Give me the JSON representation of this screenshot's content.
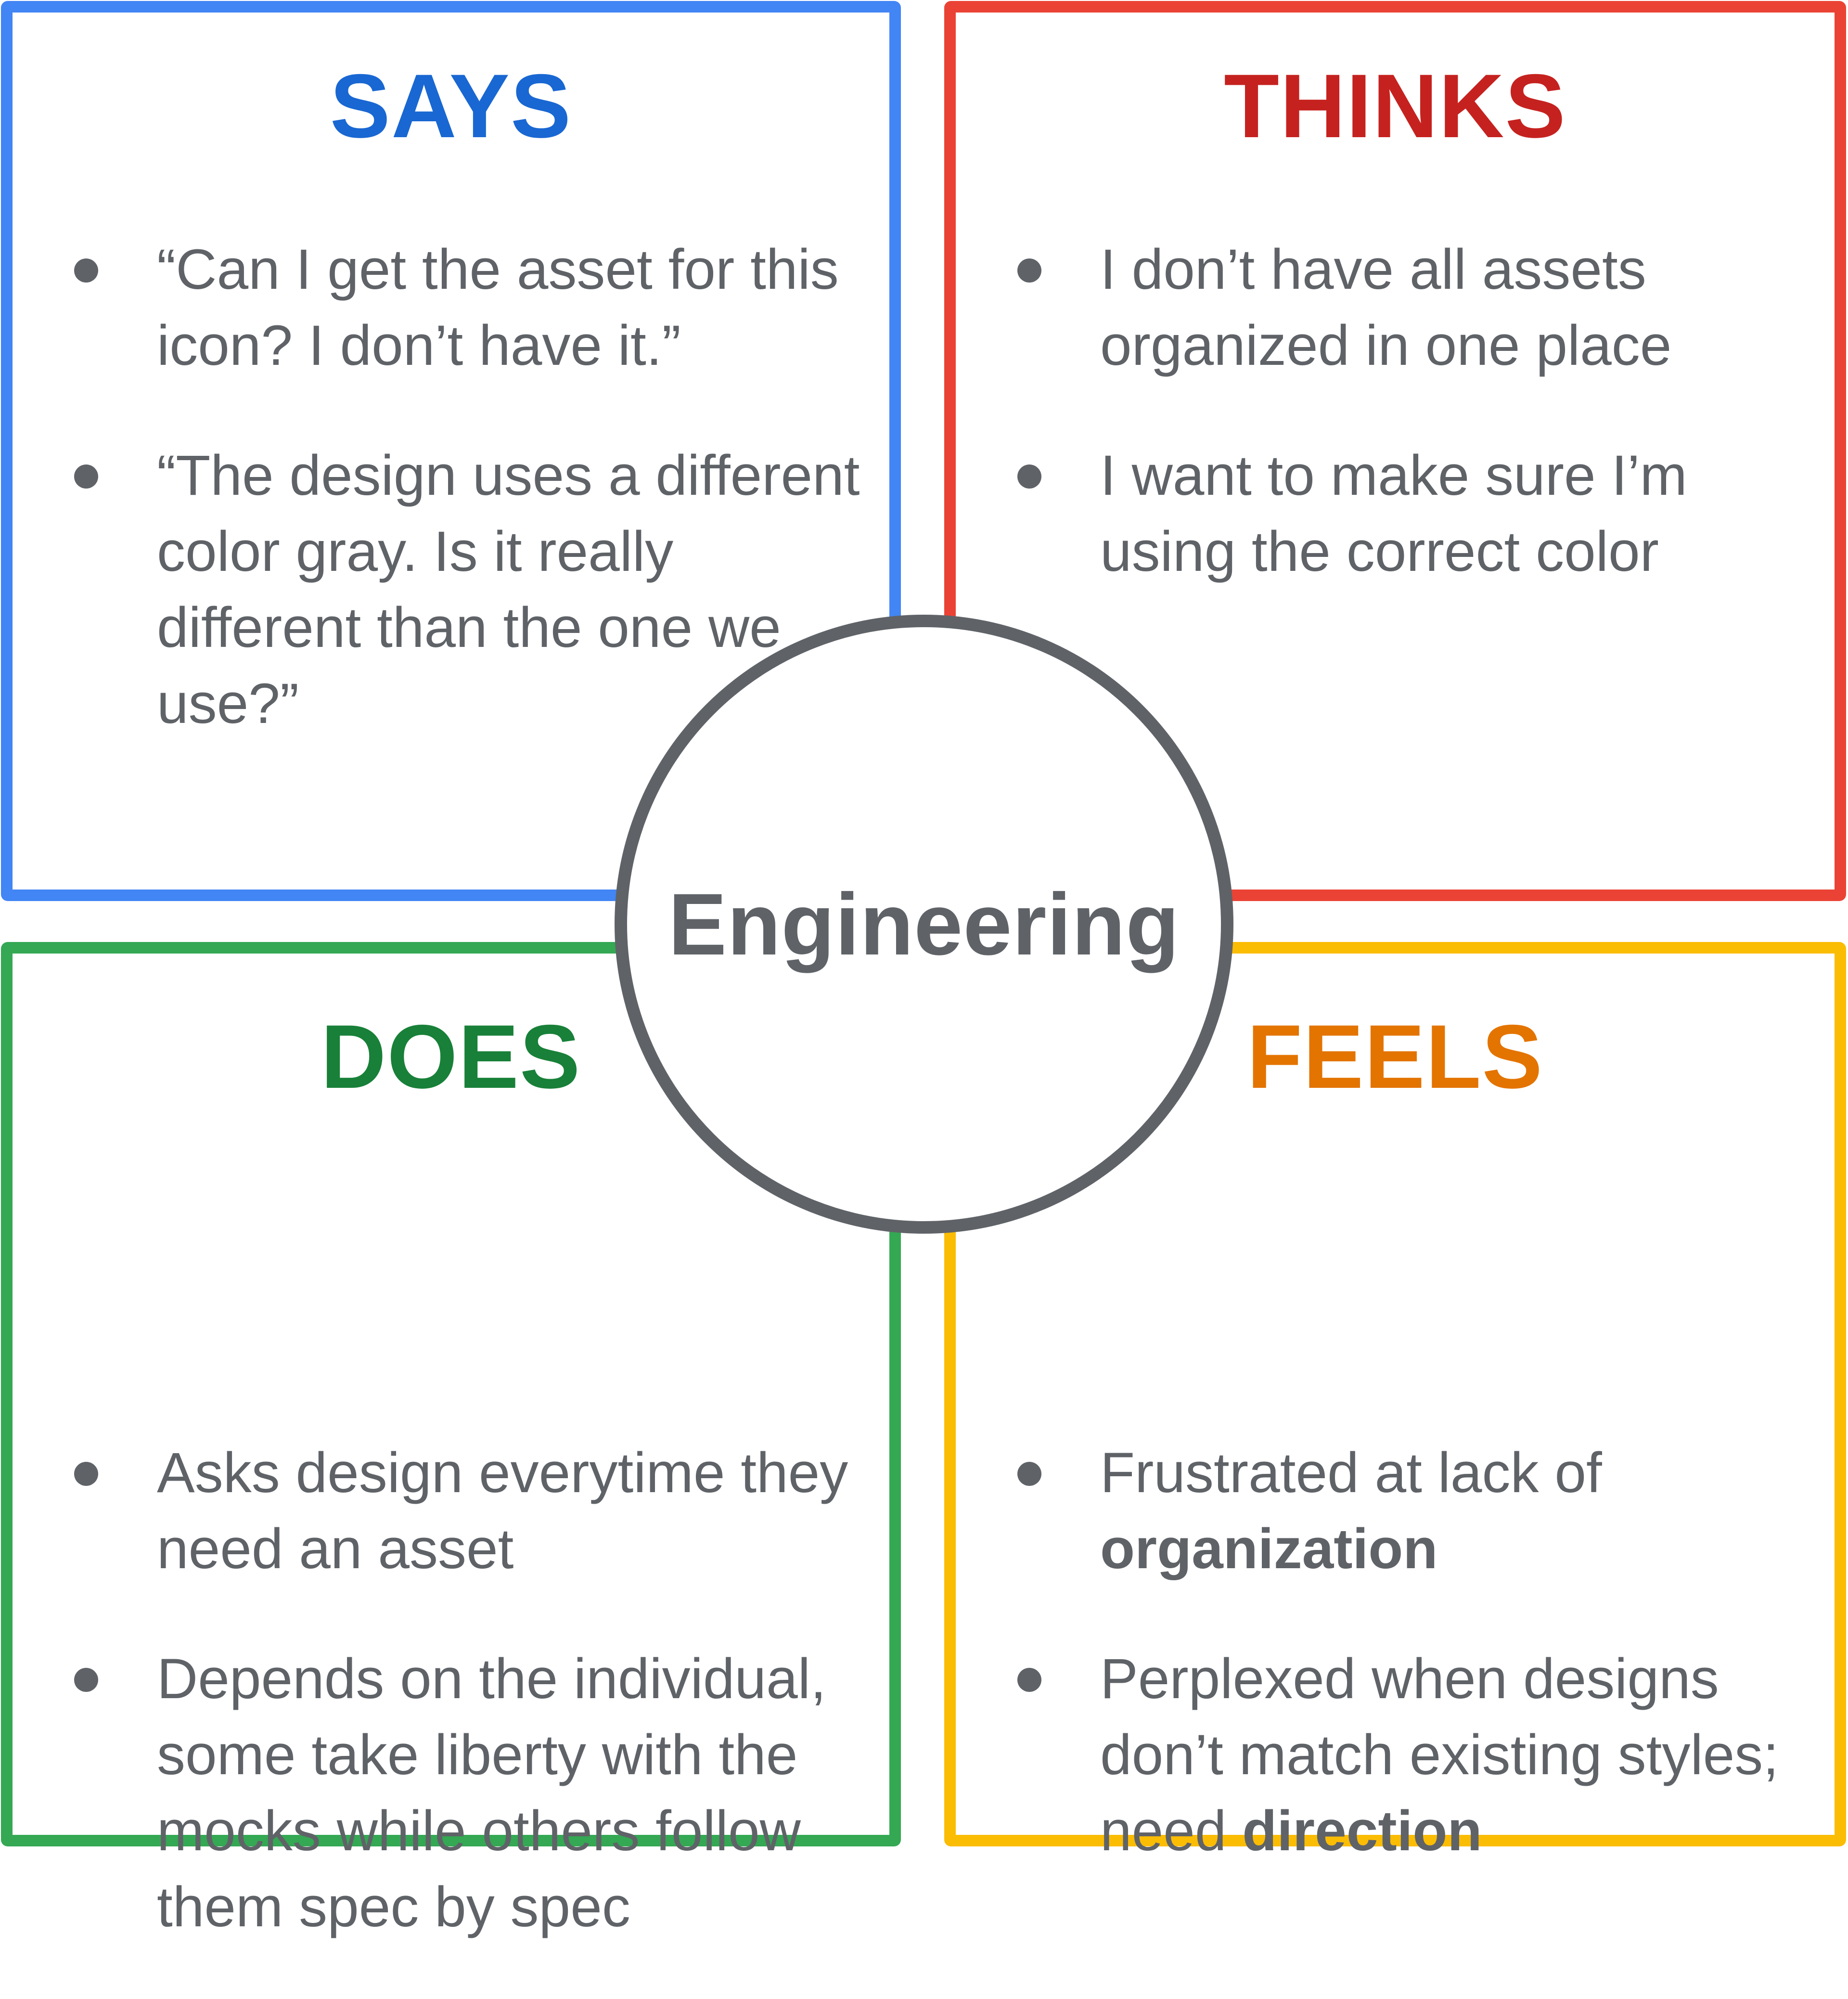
{
  "center": {
    "label": "Engineering"
  },
  "colors": {
    "says_border": "#4285f4",
    "says_title": "#1967d2",
    "thinks_border": "#ea4335",
    "thinks_title": "#c5221f",
    "does_border": "#34a853",
    "does_title": "#188038",
    "feels_border": "#fbbc04",
    "feels_title": "#e37400",
    "text": "#5f6368"
  },
  "says": {
    "title": "SAYS",
    "items": [
      [
        "“Can I get the asset for this icon? I don’t have it.”"
      ],
      [
        "“The design uses a different color gray. Is it really different than the one we use?”"
      ]
    ]
  },
  "thinks": {
    "title": "THINKS",
    "items": [
      [
        "I don’t have all assets organized in one place"
      ],
      [
        "I want to make sure I’m using the correct color"
      ]
    ]
  },
  "does": {
    "title": "DOES",
    "items": [
      [
        "Asks design everytime they need an asset"
      ],
      [
        "Depends on the individual, some take liberty with the mocks while others follow them spec by spec"
      ]
    ]
  },
  "feels": {
    "title": "FEELS",
    "items": [
      [
        "Frustrated at lack of ",
        "organization"
      ],
      [
        "Perplexed when designs don’t match existing styles; need ",
        "direction"
      ]
    ]
  }
}
